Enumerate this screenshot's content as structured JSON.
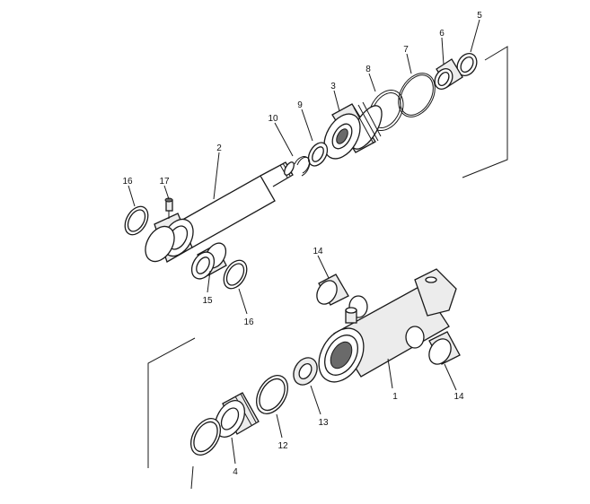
{
  "diagram": {
    "callouts": {
      "c1": "1",
      "c2": "2",
      "c3": "3",
      "c4": "4",
      "c5": "5",
      "c6": "6",
      "c7": "7",
      "c8": "8",
      "c9": "9",
      "c10": "10",
      "c12": "12",
      "c13": "13",
      "c14a": "14",
      "c14b": "14",
      "c15": "15",
      "c16a": "16",
      "c16b": "16",
      "c17": "17"
    },
    "colors": {
      "line": "#1a1a1a",
      "background": "#ffffff"
    }
  }
}
